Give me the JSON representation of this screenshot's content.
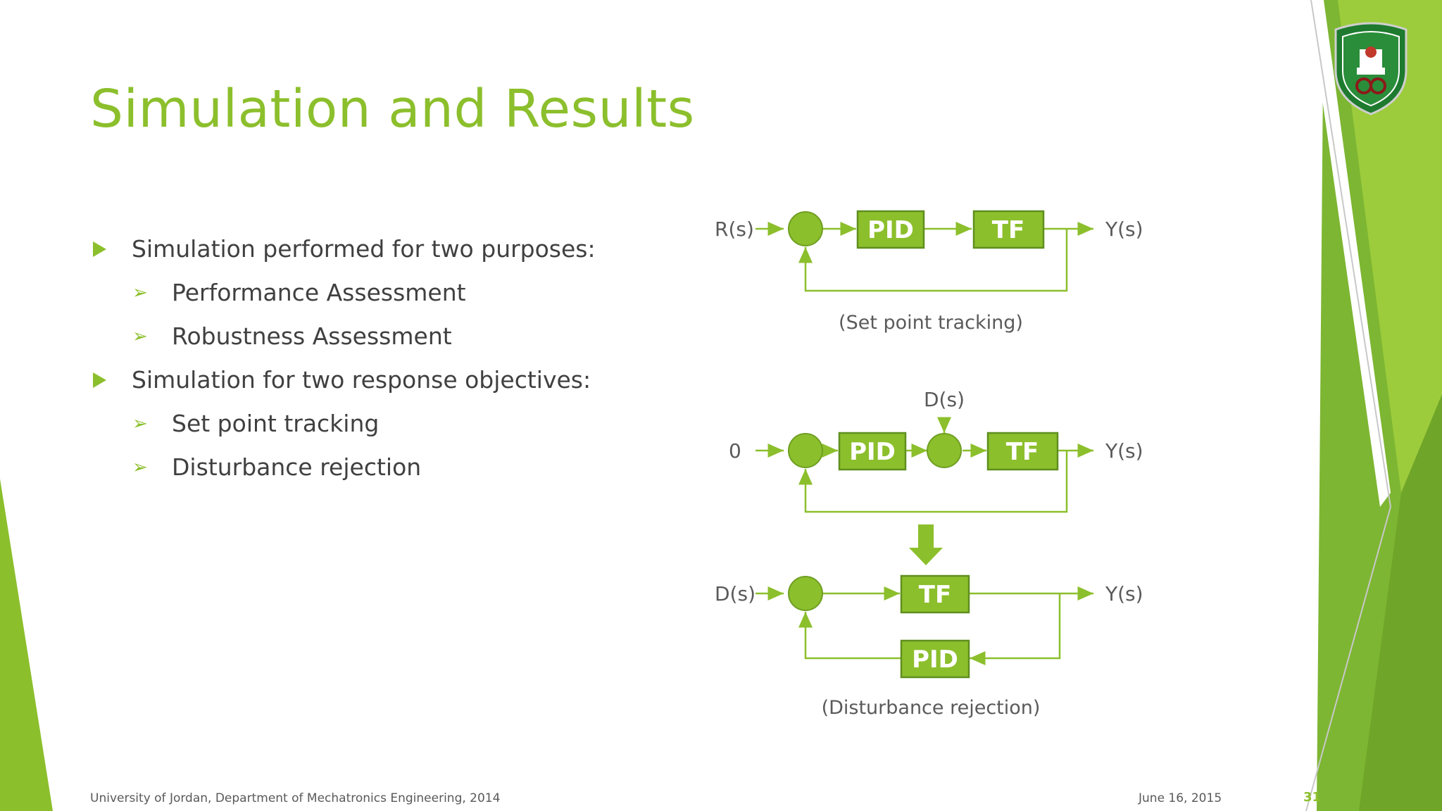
{
  "slide": {
    "title": "Simulation and Results",
    "bullets": [
      {
        "level": 1,
        "text": "Simulation performed for two purposes:"
      },
      {
        "level": 2,
        "text": "Performance Assessment"
      },
      {
        "level": 2,
        "text": "Robustness Assessment"
      },
      {
        "level": 1,
        "text": "Simulation for two response objectives:"
      },
      {
        "level": 2,
        "text": "Set point tracking"
      },
      {
        "level": 2,
        "text": "Disturbance rejection"
      }
    ],
    "diagram": {
      "top": {
        "input": "R(s)",
        "controller": "PID",
        "plant": "TF",
        "output": "Y(s)",
        "caption": "(Set point tracking)"
      },
      "middle": {
        "input": "0",
        "disturbance": "D(s)",
        "controller": "PID",
        "plant": "TF",
        "output": "Y(s)"
      },
      "bottom": {
        "input": "D(s)",
        "plant": "TF",
        "controller": "PID",
        "output": "Y(s)",
        "caption": "(Disturbance rejection)"
      }
    }
  },
  "footer": {
    "organization": "University of Jordan, Department of Mechatronics Engineering, 2014",
    "date": "June 16, 2015",
    "page_number": "31"
  },
  "colors": {
    "accent": "#8cbf2c",
    "text": "#404040",
    "block_fill": "#8cbf2c",
    "block_border": "#5f8f1f"
  }
}
